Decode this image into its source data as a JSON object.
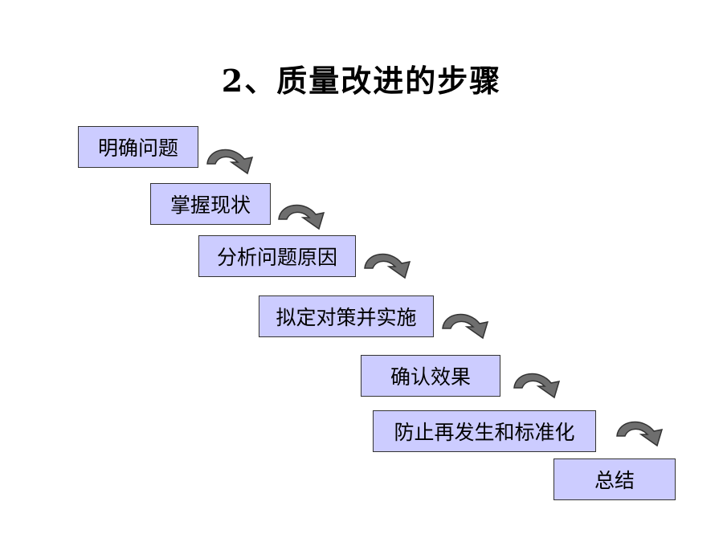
{
  "title": "2、质量改进的步骤",
  "steps": [
    "明确问题",
    "掌握现状",
    "分析问题原因",
    "拟定对策并实施",
    "确认效果",
    "防止再发生和标准化",
    "总结"
  ],
  "colors": {
    "box_fill": "#ccccff",
    "box_border": "#333333",
    "arrow": "#6e6e6e"
  },
  "icons": {
    "connector": "curved-down-arrow-icon"
  }
}
